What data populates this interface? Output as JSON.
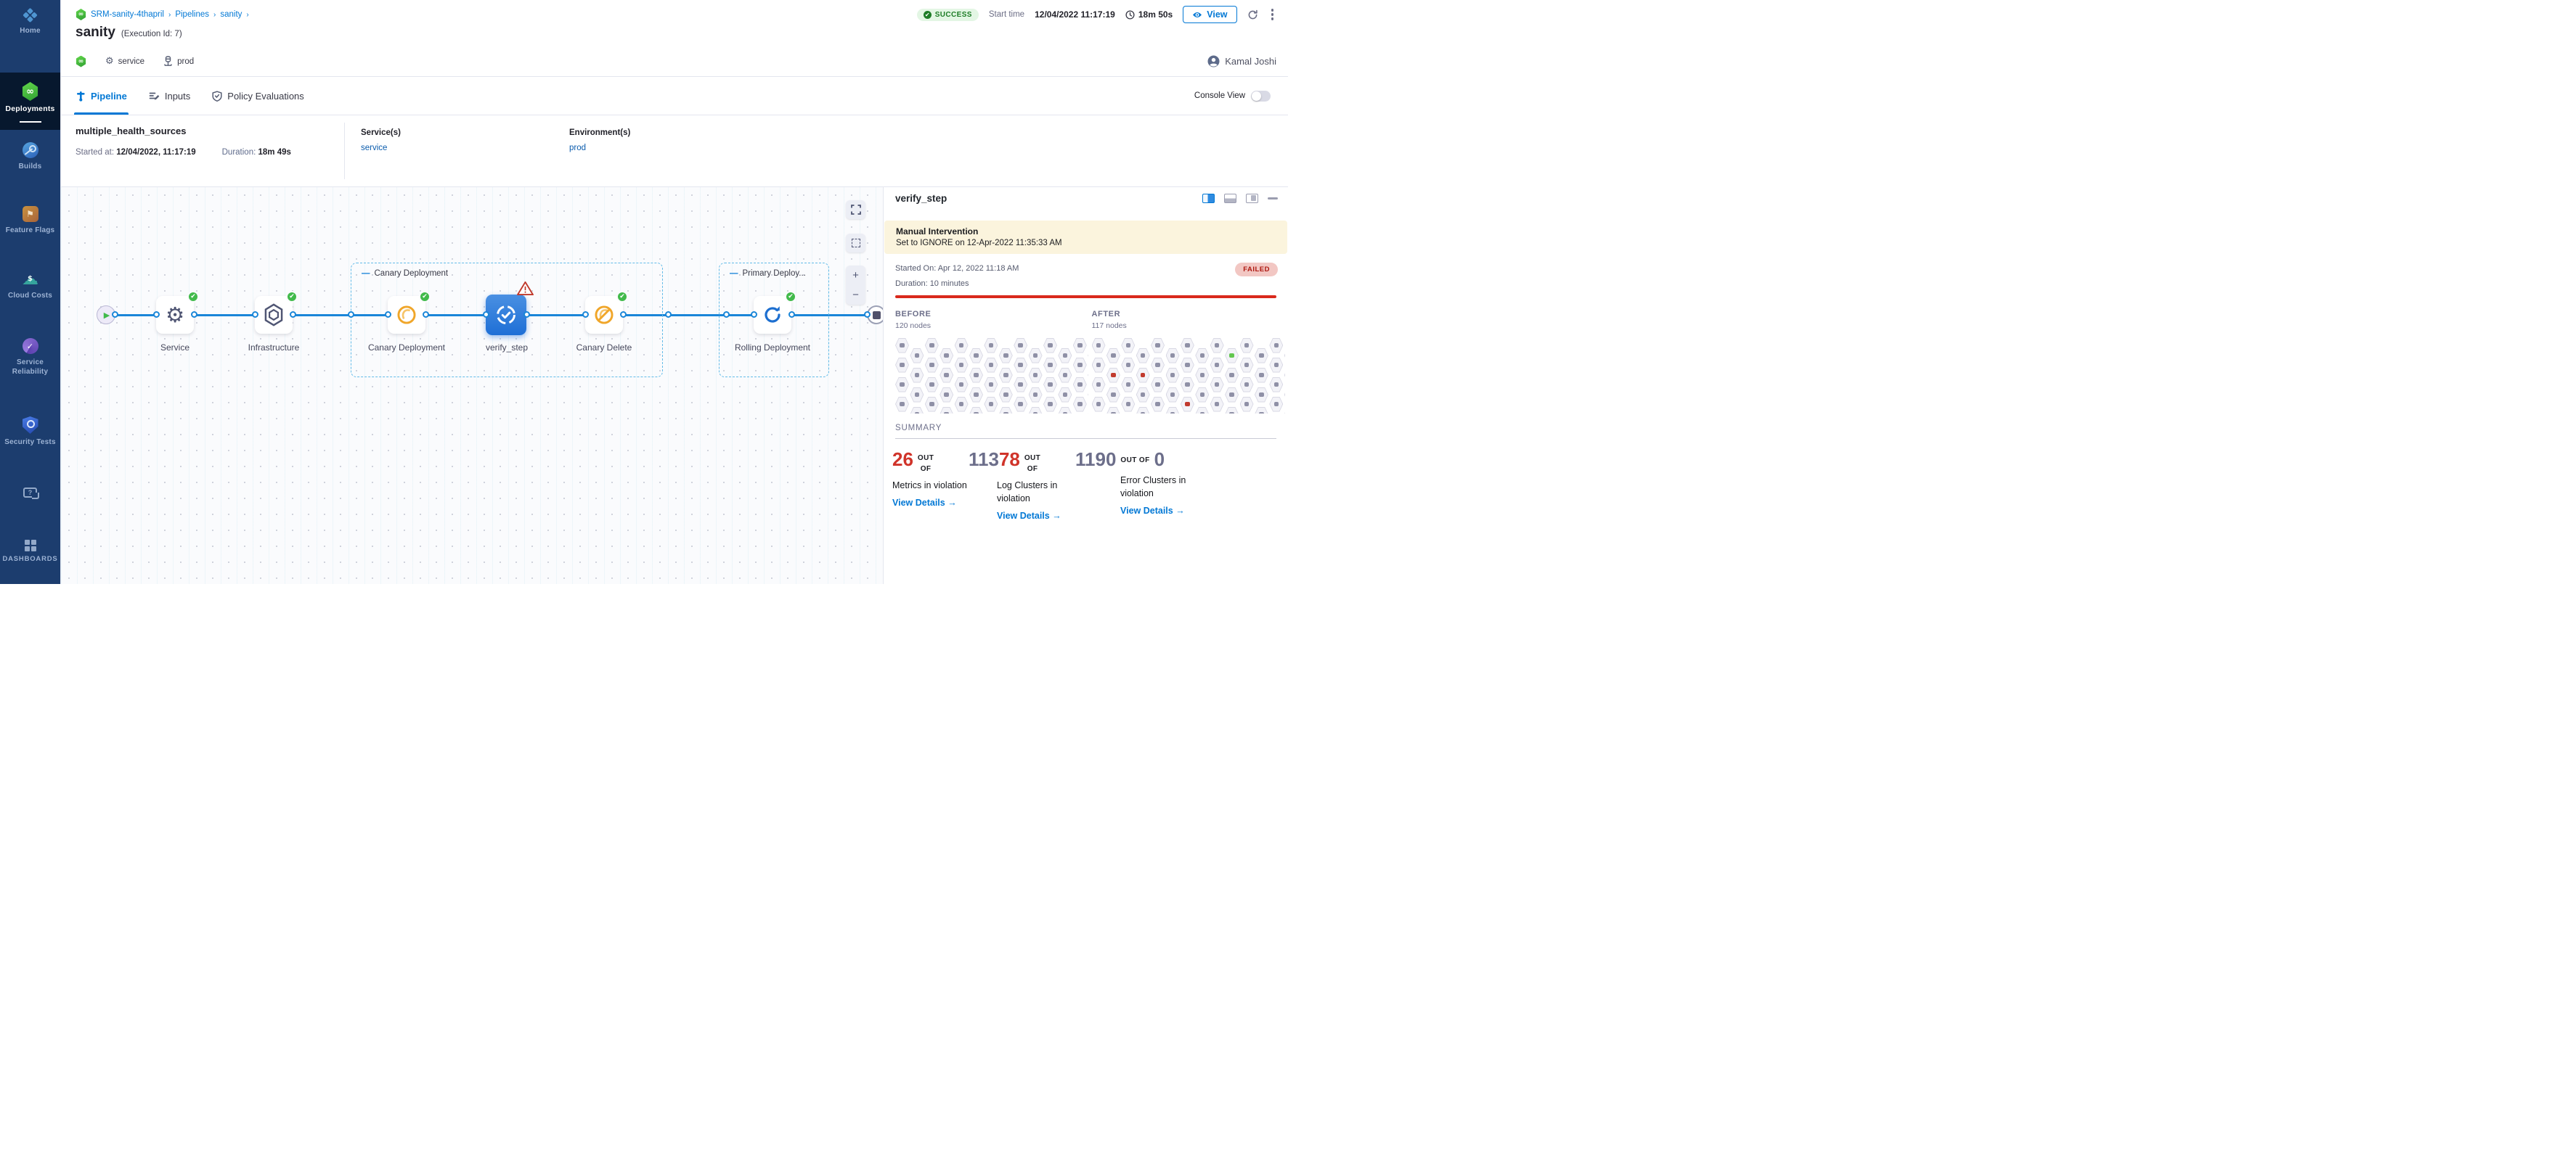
{
  "accent_color": "#0278d5",
  "sidebar": {
    "items": [
      {
        "label": "Home",
        "icon": "home-icon"
      },
      {
        "label": "Deployments",
        "icon": "deployments-icon",
        "active": true
      },
      {
        "label": "Builds",
        "icon": "builds-icon"
      },
      {
        "label": "Feature Flags",
        "icon": "feature-flags-icon"
      },
      {
        "label": "Cloud Costs",
        "icon": "cloud-costs-icon"
      },
      {
        "label": "Service Reliability",
        "icon": "service-reliability-icon"
      },
      {
        "label": "Security Tests",
        "icon": "security-tests-icon"
      }
    ],
    "dashboards_label": "DASHBOARDS"
  },
  "breadcrumb": {
    "project": "SRM-sanity-4thapril",
    "section": "Pipelines",
    "pipeline": "sanity",
    "sep": "›"
  },
  "header": {
    "title": "sanity",
    "execution_id": "(Execution Id: 7)",
    "status": "SUCCESS",
    "start_time_label": "Start time",
    "start_time": "12/04/2022 11:17:19",
    "duration": "18m 50s",
    "view_label": "View",
    "user": "Kamal Joshi",
    "tag_service": "service",
    "tag_env": "prod"
  },
  "tabs": {
    "pipeline": "Pipeline",
    "inputs": "Inputs",
    "policy": "Policy Evaluations",
    "console_view_label": "Console View"
  },
  "stage_info": {
    "name": "multiple_health_sources",
    "started_label": "Started at:",
    "started": "12/04/2022, 11:17:19",
    "duration_label": "Duration:",
    "duration": "18m 49s",
    "services_label": "Service(s)",
    "services": "service",
    "environments_label": "Environment(s)",
    "environments": "prod"
  },
  "graph": {
    "groups": [
      {
        "label": "Canary Deployment"
      },
      {
        "label": "Primary Deploy..."
      }
    ],
    "stages": [
      {
        "label": "Service",
        "icon": "gear-icon",
        "status": "success"
      },
      {
        "label": "Infrastructure",
        "icon": "infrastructure-icon",
        "status": "success"
      },
      {
        "label": "Canary Deployment",
        "icon": "canary-icon",
        "status": "success"
      },
      {
        "label": "verify_step",
        "icon": "verify-icon",
        "status": "warning",
        "selected": true
      },
      {
        "label": "Canary Delete",
        "icon": "canary-delete-icon",
        "status": "success"
      },
      {
        "label": "Rolling Deployment",
        "icon": "rolling-deployment-icon",
        "status": "success"
      }
    ]
  },
  "panel": {
    "title": "verify_step",
    "banner": {
      "title": "Manual Intervention",
      "subtitle": "Set to IGNORE on 12-Apr-2022 11:35:33 AM"
    },
    "started_on": "Started On: Apr 12, 2022 11:18 AM",
    "duration": "Duration: 10 minutes",
    "status": "FAILED",
    "before": {
      "label": "BEFORE",
      "nodes": "120 nodes"
    },
    "after": {
      "label": "AFTER",
      "nodes": "117 nodes"
    },
    "node_grids": {
      "cols": 14,
      "rows": 5,
      "colors": {
        "gray": "#8f90a6",
        "red": "#c13a2e",
        "green": "#63c74f"
      },
      "before_special": [],
      "after_special": [
        {
          "col": 1,
          "row": 1,
          "color": "red"
        },
        {
          "col": 3,
          "row": 1,
          "color": "red"
        },
        {
          "col": 6,
          "row": 3,
          "color": "red"
        },
        {
          "col": 9,
          "row": 0,
          "color": "green"
        }
      ]
    },
    "summary": {
      "heading": "SUMMARY",
      "items": [
        {
          "violation": "26",
          "out_of_lines": [
            "OUT",
            "OF"
          ],
          "label": "Metrics in violation",
          "link": "View Details →"
        },
        {
          "total_prefix": "113",
          "violation": "78",
          "out_of_lines": [
            "OUT",
            "OF"
          ],
          "label": "Log Clusters in violation",
          "link": "View Details →"
        },
        {
          "total": "1190",
          "out_of": "OUT OF",
          "suffix": "0",
          "label": "Error Clusters in violation",
          "link": "View Details →"
        }
      ]
    }
  }
}
